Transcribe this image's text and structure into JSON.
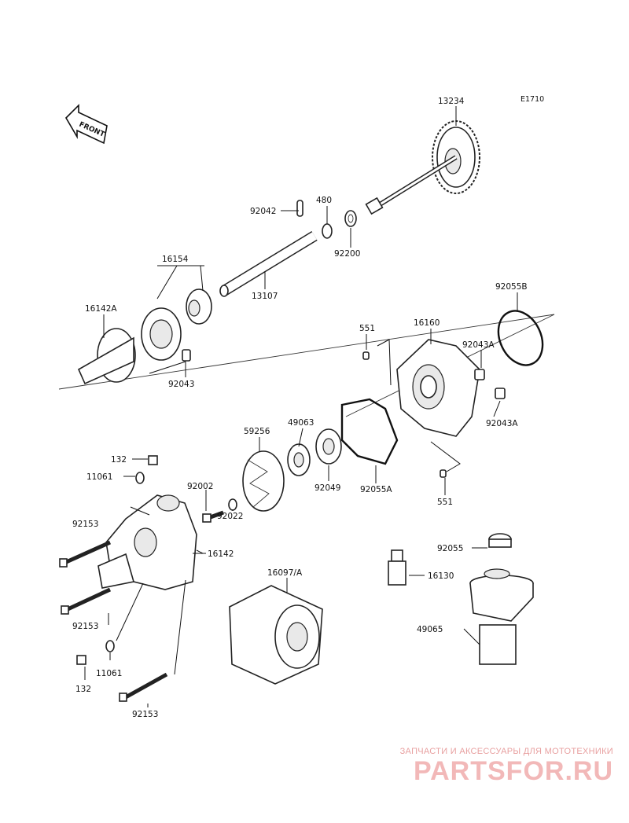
{
  "diagram": {
    "code": "E1710",
    "front_label": "FRONT",
    "parts": [
      {
        "id": "13234"
      },
      {
        "id": "92042"
      },
      {
        "id": "480"
      },
      {
        "id": "92200"
      },
      {
        "id": "16154"
      },
      {
        "id": "13107"
      },
      {
        "id": "16142A"
      },
      {
        "id": "92043"
      },
      {
        "id": "92055B"
      },
      {
        "id": "551"
      },
      {
        "id": "16160"
      },
      {
        "id": "92043A"
      },
      {
        "id": "92043A"
      },
      {
        "id": "49063"
      },
      {
        "id": "59256"
      },
      {
        "id": "132"
      },
      {
        "id": "11061"
      },
      {
        "id": "92002"
      },
      {
        "id": "92049"
      },
      {
        "id": "92055A"
      },
      {
        "id": "551"
      },
      {
        "id": "92022"
      },
      {
        "id": "92153"
      },
      {
        "id": "16142"
      },
      {
        "id": "92055"
      },
      {
        "id": "16097/A"
      },
      {
        "id": "16130"
      },
      {
        "id": "92153"
      },
      {
        "id": "49065"
      },
      {
        "id": "11061"
      },
      {
        "id": "132"
      },
      {
        "id": "92153"
      }
    ]
  },
  "watermark": {
    "tagline": "ЗАПЧАСТИ И АКСЕССУАРЫ ДЛЯ МОТОТЕХНИКИ",
    "logo": "PARTSFOR.RU"
  }
}
